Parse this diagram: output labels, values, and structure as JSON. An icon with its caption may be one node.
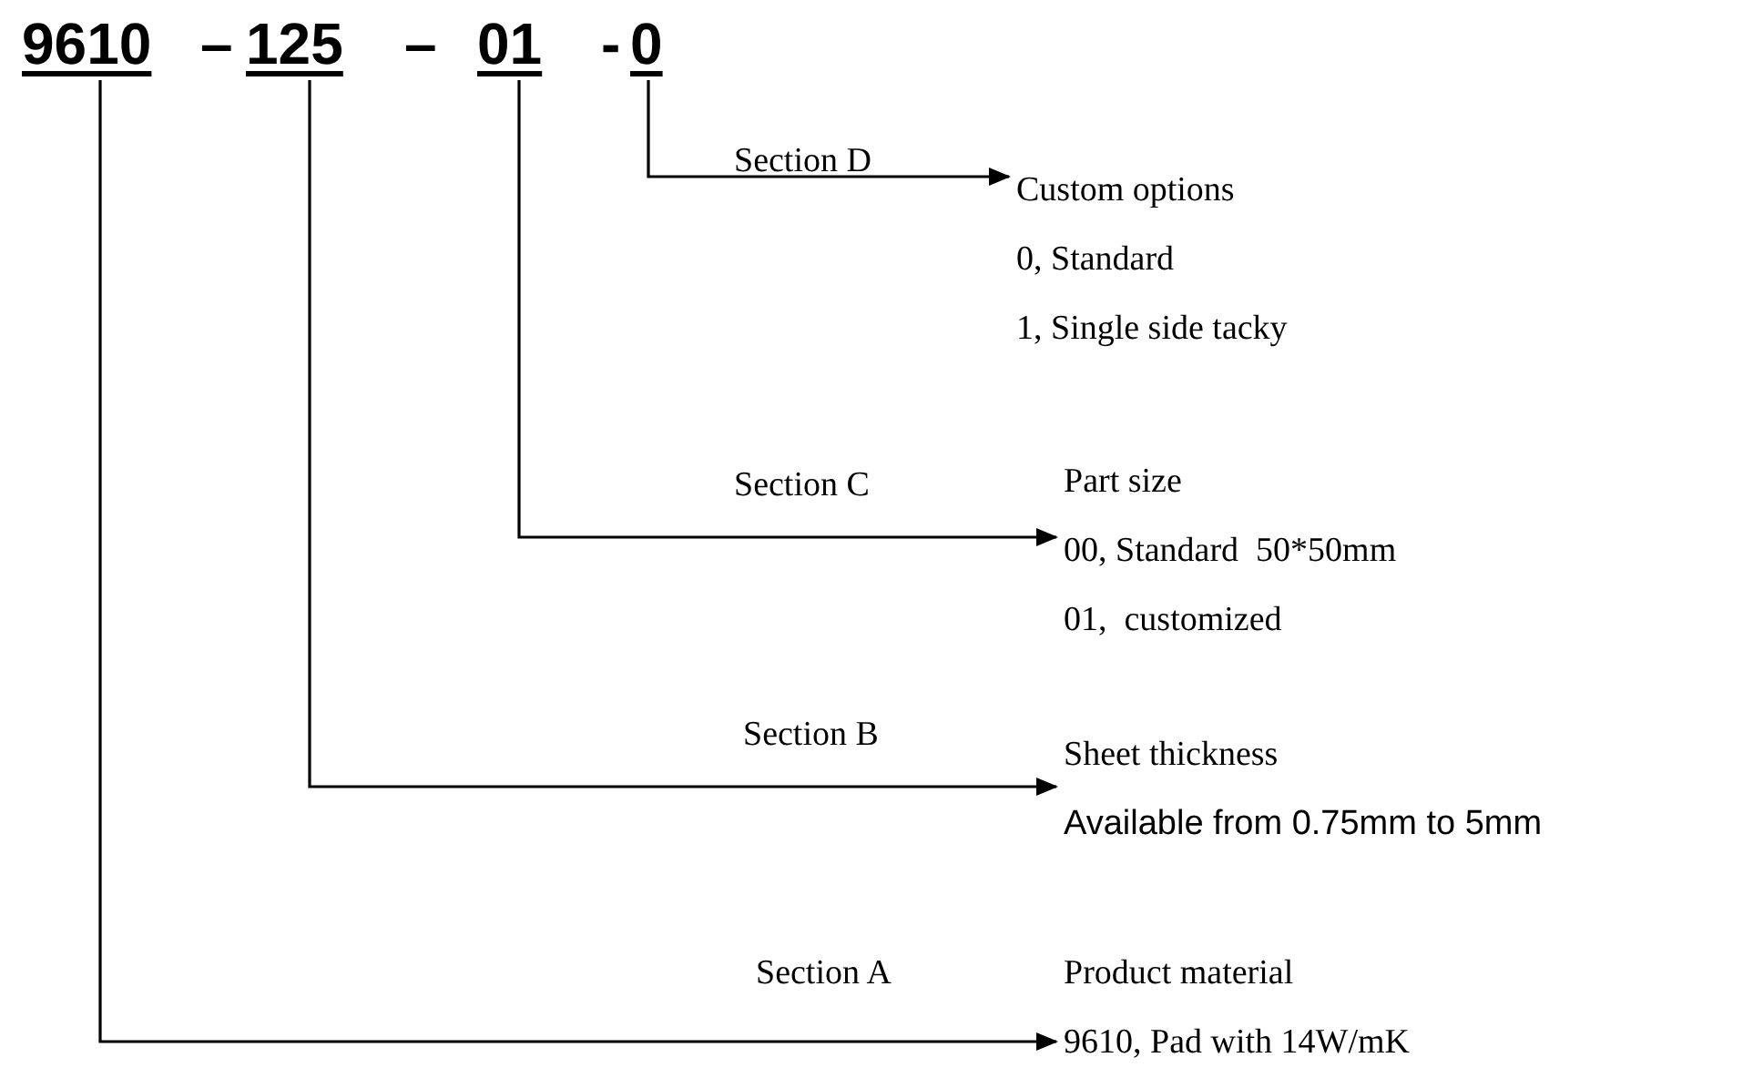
{
  "diagram": {
    "nodes": [
      {
        "text": [
          "9610"
        ]
      },
      {
        "text": [
          "125"
        ]
      },
      {
        "text": [
          "01"
        ]
      },
      {
        "text": [
          "0"
        ]
      },
      {
        "text": [
          "Custom options",
          "0, Standard",
          "1, Single side tacky"
        ]
      },
      {
        "text": [
          "Part size",
          "00, Standard  50*50mm",
          "01,  customized"
        ]
      },
      {
        "text": [
          "Sheet thickness",
          "Available from 0.75mm to 5mm"
        ]
      },
      {
        "text": [
          "Product material",
          "9610, Pad with 14W/mK"
        ]
      }
    ],
    "edges": [
      {
        "from": 3,
        "to": 4,
        "arrow": "to",
        "label": "Section D"
      },
      {
        "from": 2,
        "to": 5,
        "arrow": "to",
        "label": "Section C"
      },
      {
        "from": 1,
        "to": 6,
        "arrow": "to",
        "label": "Section B"
      },
      {
        "from": 0,
        "to": 7,
        "arrow": "to",
        "label": "Section A"
      }
    ],
    "labels": [
      "–",
      "–",
      "-"
    ]
  }
}
